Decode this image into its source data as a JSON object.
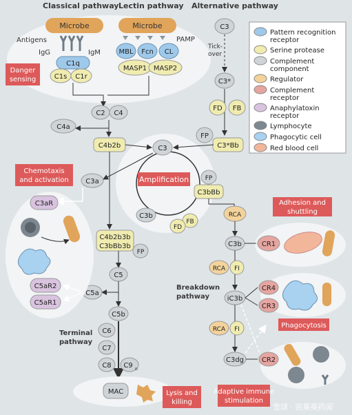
{
  "pathways": {
    "classical": "Classical pathway",
    "lectin": "Lectin pathway",
    "alternative": "Alternative pathway"
  },
  "classical": {
    "microbe": "Microbe",
    "antigens": "Antigens",
    "igg": "IgG",
    "igm": "IgM",
    "c1q": "C1q",
    "c1s": "C1s",
    "c1r": "C1r"
  },
  "lectin": {
    "microbe": "Microbe",
    "pamp": "PAMP",
    "mbl": "MBL",
    "fcn": "Fcn",
    "cl": "CL",
    "masp1": "MASP1",
    "masp2": "MASP2"
  },
  "alternative": {
    "c3": "C3",
    "tickover_1": "Tick-",
    "tickover_2": "over",
    "c3star": "C3*",
    "fd": "FD",
    "fb": "FB",
    "fp": "FP",
    "c3starbb": "C3*Bb"
  },
  "danger": {
    "line1": "Danger",
    "line2": "sensing"
  },
  "main": {
    "c2": "C2",
    "c4": "C4",
    "c4a": "C4a",
    "c4b2b": "C4b2b",
    "c3": "C3",
    "c3a": "C3a",
    "c3b": "C3b",
    "c3bbb": "C3bBb",
    "fp": "FP",
    "fb": "FB",
    "fd": "FD",
    "amplification": "Amplification",
    "c4b2b3b_1": "C4b2b3b",
    "c4b2b3b_2": "C3bBb3b",
    "fp2": "FP",
    "c5": "C5",
    "c5a": "C5a",
    "c5b": "C5b",
    "c6": "C6",
    "c7": "C7",
    "c8": "C8",
    "c9": "C9",
    "c9n": "n",
    "mac": "MAC"
  },
  "chemotaxis": {
    "line1": "Chemotaxis",
    "line2": "and activation",
    "c3ar": "C3aR",
    "c5ar2": "C5aR2",
    "c5ar1": "C5aR1"
  },
  "terminal": {
    "line1": "Terminal",
    "line2": "pathway"
  },
  "lysis": {
    "line1": "Lysis and",
    "line2": "killing"
  },
  "breakdown": {
    "line1": "Breakdown",
    "line2": "pathway",
    "rca1": "RCA",
    "c3b": "C3b",
    "rca2": "RCA",
    "fi1": "FI",
    "ic3b": "iC3b",
    "rca3": "RCA",
    "fi2": "FI",
    "c3dg": "C3dg"
  },
  "adhesion": {
    "line1": "Adhesion and",
    "line2": "shuttling",
    "cr1": "CR1"
  },
  "phagocytosis": {
    "label": "Phagocytosis",
    "cr4": "CR4",
    "cr3": "CR3"
  },
  "adaptive": {
    "line1": "Adaptive immune",
    "line2": "stimulation",
    "cr2": "CR2"
  },
  "legend": {
    "items": [
      {
        "l1": "Pattern recognition",
        "l2": "receptor",
        "color": "#9fc9ea"
      },
      {
        "l1": "Serine protease",
        "l2": "",
        "color": "#f0ecb0"
      },
      {
        "l1": "Complement",
        "l2": "component",
        "color": "#cfd4d8"
      },
      {
        "l1": "Regulator",
        "l2": "",
        "color": "#f3d39b"
      },
      {
        "l1": "Complement",
        "l2": "receptor",
        "color": "#e6a5a0"
      },
      {
        "l1": "Anaphylatoxin",
        "l2": "receptor",
        "color": "#d9c3df"
      },
      {
        "l1": "Lymphocyte",
        "l2": "",
        "color": "#7d8790"
      },
      {
        "l1": "Phagocytic cell",
        "l2": "",
        "color": "#a9d1f0"
      },
      {
        "l1": "Red blood cell",
        "l2": "",
        "color": "#f2b69a"
      }
    ]
  },
  "watermark": "雪球 · 凯莱英药闻",
  "colors": {
    "bg": "#dfe4e7",
    "label_red": "#dd5a5a",
    "serine": "#f0ecb0",
    "component": "#cfd4d8",
    "regulator": "#f3d39b",
    "receptor": "#e6a5a0",
    "anaphylatoxin": "#d9c3df",
    "prr": "#9fc9ea",
    "microbe": "#e0a45a"
  }
}
